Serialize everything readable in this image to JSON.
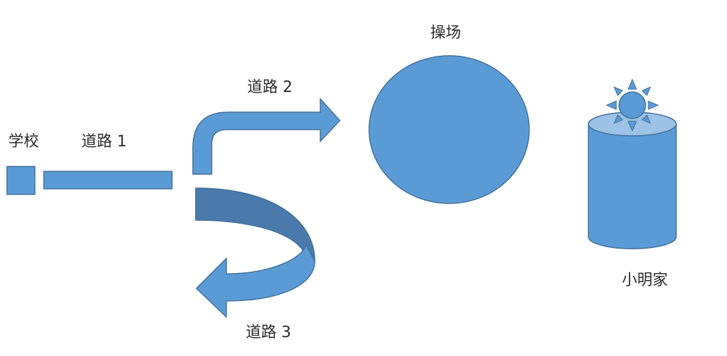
{
  "labels": {
    "school": "学校",
    "road1": "道路 1",
    "road2": "道路 2",
    "road3": "道路 3",
    "playground": "操场",
    "home": "小明家"
  },
  "colors": {
    "fill": "#5b9bd5",
    "stroke": "#41719c",
    "dark_fill": "#4a7aab",
    "top_fill": "#9cc2e5"
  }
}
